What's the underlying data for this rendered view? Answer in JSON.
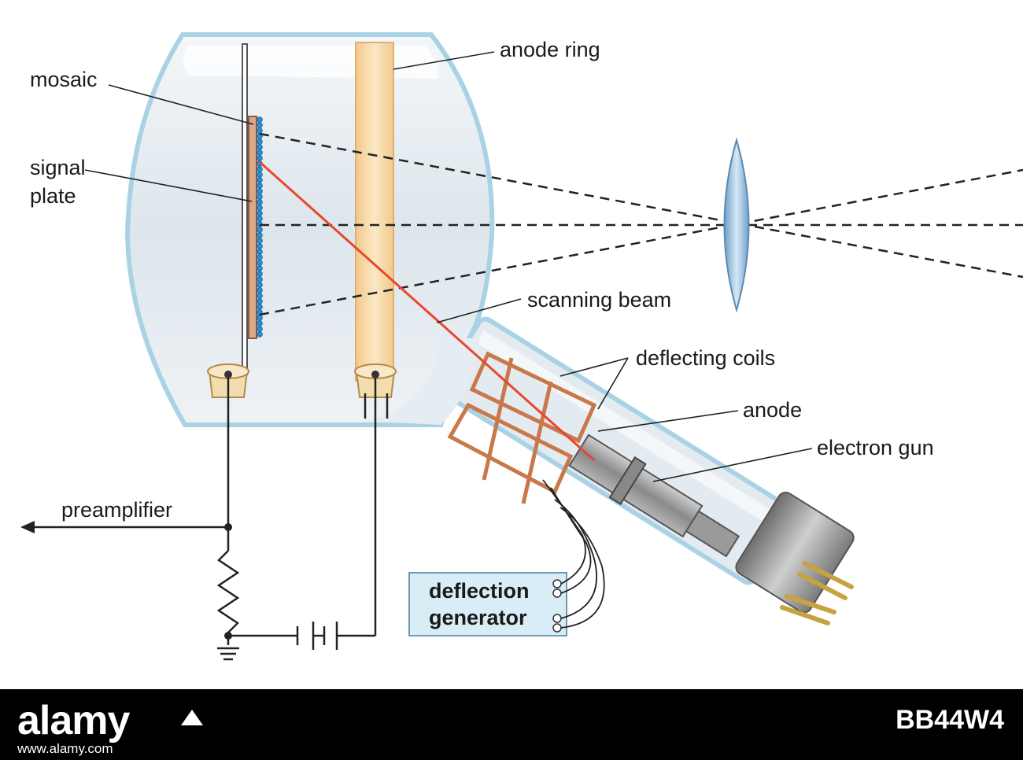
{
  "labels": {
    "mosaic": "mosaic",
    "signal_plate_line1": "signal",
    "signal_plate_line2": "plate",
    "anode_ring": "anode ring",
    "scanning_beam": "scanning beam",
    "deflecting_coils": "deflecting coils",
    "anode": "anode",
    "electron_gun": "electron gun",
    "preamplifier": "preamplifier",
    "deflection_generator_line1": "deflection",
    "deflection_generator_line2": "generator"
  },
  "footer": {
    "logo": "alamy",
    "url": "www.alamy.com",
    "image_id": "BB44W4"
  },
  "colors": {
    "glass_outline": "#a9d3e4",
    "glass_fill": "#e8eef2",
    "anode_ring": "#f6d9a6",
    "signal_plate": "#d9a88a",
    "mosaic_dots": "#2a8fd6",
    "scanning_beam": "#e8472e",
    "coils": "#c8784a",
    "lens": "#8fb8dc",
    "generator_box": "#d9edf7"
  }
}
